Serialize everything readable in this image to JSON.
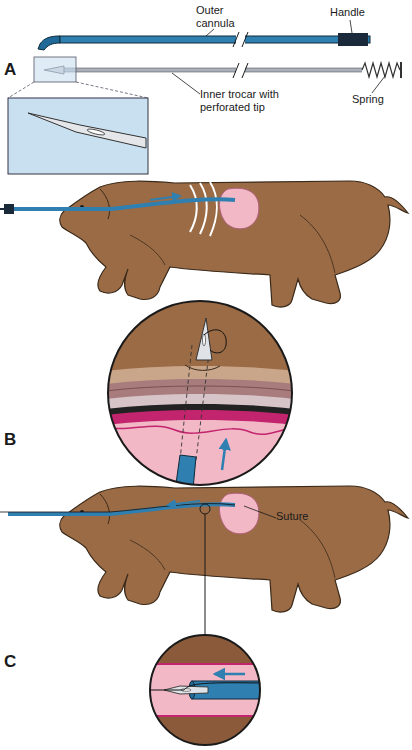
{
  "diagram": {
    "labels": [
      "Outer cannula",
      "Handle",
      "A",
      "Inner trocar with perforated tip",
      "Spring",
      "B",
      "Suture",
      "C"
    ]
  }
}
